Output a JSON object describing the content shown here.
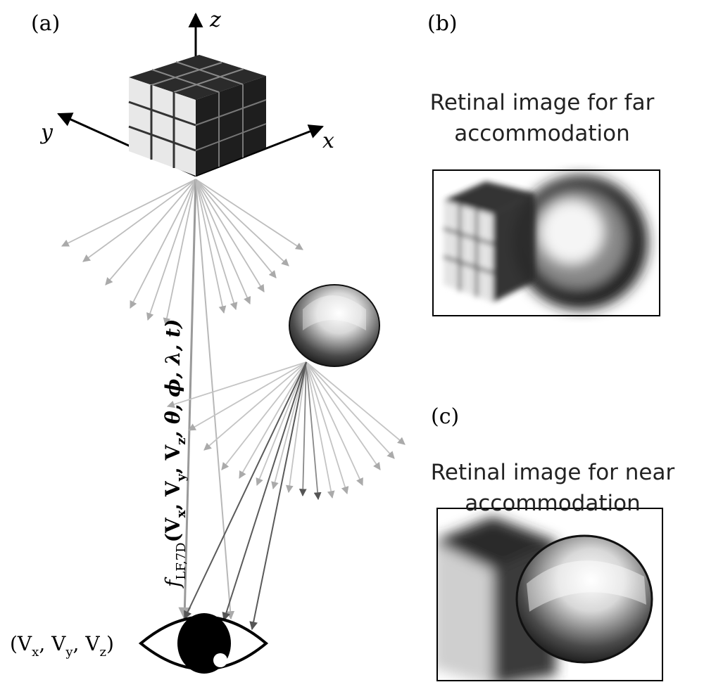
{
  "panels": {
    "a": {
      "label": "(a)"
    },
    "b": {
      "label": "(b)",
      "caption_line1": "Retinal image for far",
      "caption_line2": "accommodation"
    },
    "c": {
      "label": "(c)",
      "caption_line1": "Retinal image for near",
      "caption_line2": "accommodation"
    }
  },
  "axes": {
    "x": "x",
    "y": "y",
    "z": "z"
  },
  "light_field": {
    "function_name": "f",
    "function_subscript": "LF,7D",
    "arguments": "(V",
    "arg_x_sub": "x",
    "arg_y_sub": "y",
    "arg_z_sub": "z",
    "arg_tail": ", θ, ϕ, λ, t)"
  },
  "eye_position": {
    "open": "(V",
    "sub_x": "x",
    "sep1": ", V",
    "sub_y": "y",
    "sep2": ", V",
    "sub_z": "z",
    "close": ")"
  },
  "colors": {
    "ray_light": "#bdbdbd",
    "ray_dark": "#5a5a5a",
    "cube_dark": "#2a2a2a",
    "cube_light": "#f0f0f0"
  }
}
